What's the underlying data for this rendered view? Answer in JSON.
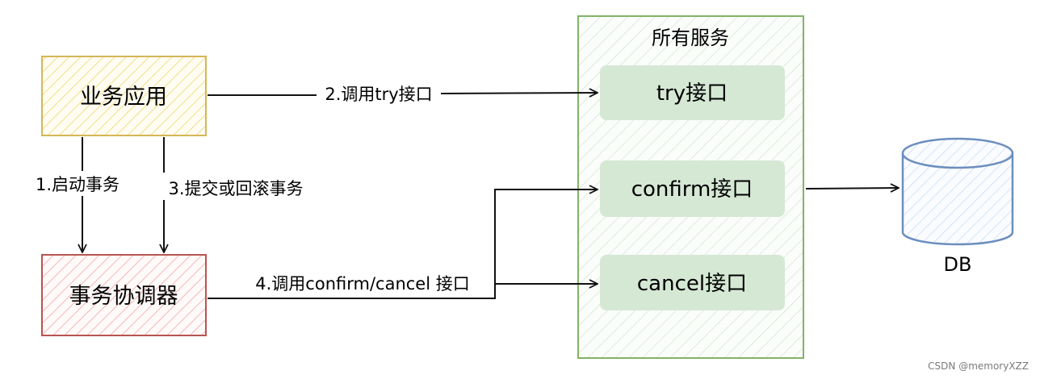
{
  "colors": {
    "app_fill": "#fff2cc",
    "app_stroke": "#d6b656",
    "coord_fill": "#f8cecc",
    "coord_stroke": "#b85450",
    "container_fill": "#d5e8d4",
    "container_stroke": "#82b366",
    "service_fill": "#d5e8d4",
    "db_fill": "#dae8fc",
    "db_stroke": "#6c8ebf",
    "line": "#111111"
  },
  "nodes": {
    "app": "业务应用",
    "coordinator": "事务协调器",
    "services_title": "所有服务",
    "try_api": "try接口",
    "confirm_api": "confirm接口",
    "cancel_api": "cancel接口",
    "db": "DB"
  },
  "edges": {
    "start_tx": "1.启动事务",
    "call_try": "2.调用try接口",
    "commit_rollback": "3.提交或回滚事务",
    "call_confirm_cancel": "4.调用confirm/cancel 接口"
  },
  "watermark": "CSDN @memoryXZZ"
}
